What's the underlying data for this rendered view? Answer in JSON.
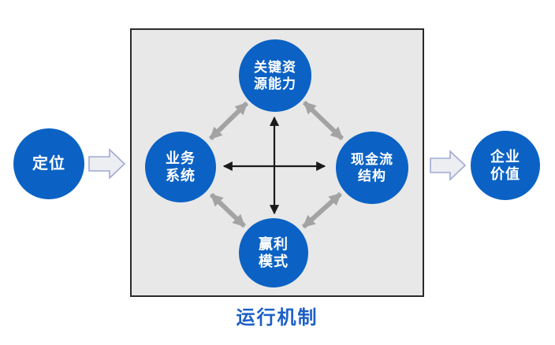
{
  "diagram": {
    "title": "运行机制",
    "nodes": {
      "positioning": {
        "label": "定位"
      },
      "key_resources": {
        "label": "关键资\n源能力"
      },
      "business_system": {
        "label": "业务\n系统"
      },
      "cash_flow": {
        "label": "现金流\n结构"
      },
      "profit_model": {
        "label": "赢利\n模式"
      },
      "enterprise_value": {
        "label": "企业\n价值"
      }
    },
    "connections": {
      "gray_double_arrows": [
        "key_resources-business_system",
        "key_resources-cash_flow",
        "business_system-profit_model",
        "cash_flow-profit_model"
      ],
      "black_double_arrows": [
        "business_system-cash_flow",
        "key_resources-profit_model"
      ],
      "flow_arrows": [
        "positioning-mechanism_box",
        "mechanism_box-enterprise_value"
      ]
    },
    "colors": {
      "node_blue": "#0b62c4",
      "node_text": "#ffffff",
      "box_fill": "#e8e8e8",
      "box_border": "#2b2b2b",
      "gray_arrow": "#a3a3a3",
      "black_arrow": "#1a1a1a",
      "block_arrow_fill": "#edeef2",
      "block_arrow_stroke": "#a0aad4",
      "title_text": "#1c5fc8",
      "background": "#ffffff"
    }
  }
}
